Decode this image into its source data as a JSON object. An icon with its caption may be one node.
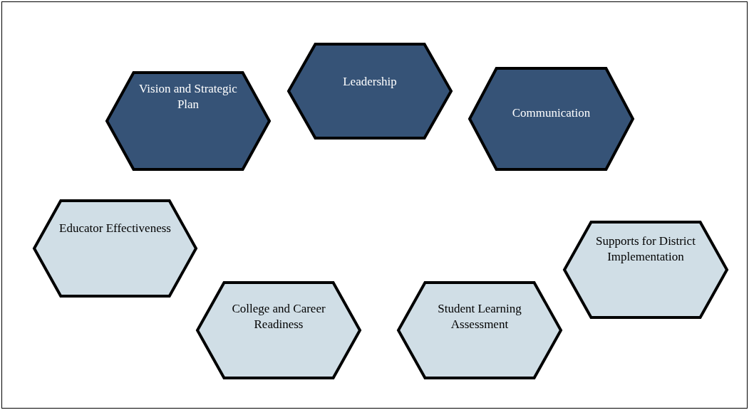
{
  "diagram": {
    "nodes": [
      {
        "text": [
          "Vision and Strategic Plan"
        ]
      },
      {
        "text": [
          "Leadership"
        ]
      },
      {
        "text": [
          "Communication"
        ]
      },
      {
        "text": [
          "Educator Effectiveness"
        ]
      },
      {
        "text": [
          "Supports for District Implementation"
        ]
      },
      {
        "text": [
          "College and Career Readiness"
        ]
      },
      {
        "text": [
          "Student Learning Assessment"
        ]
      }
    ]
  }
}
